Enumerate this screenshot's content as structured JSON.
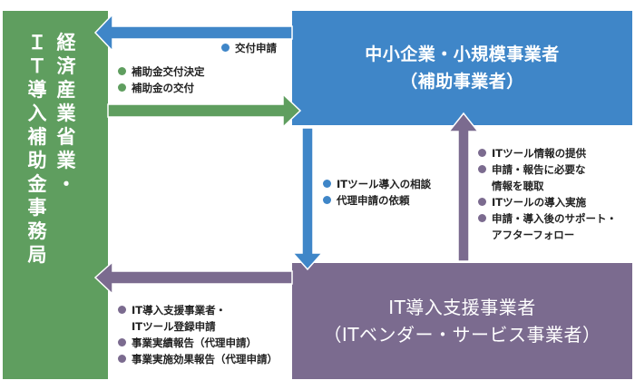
{
  "colors": {
    "government": "#5f9e5f",
    "sme": "#3f86c8",
    "vendor": "#7b6b8f"
  },
  "government": {
    "line1": [
      "経",
      "済",
      "産",
      "業",
      "省",
      "業",
      "・"
    ],
    "line2": [
      "Ｉ",
      "Ｔ",
      "導",
      "入",
      "補",
      "助",
      "金",
      "事",
      "務",
      "局"
    ]
  },
  "sme": {
    "line1": "中小企業・小規模事業者",
    "line2": "（補助事業者）"
  },
  "vendor": {
    "line1": "IT導入支援事業者",
    "line2": "（ITベンダー・サービス事業者）"
  },
  "flows": {
    "sme_to_gov": {
      "color": "blue",
      "items": [
        "交付申請"
      ]
    },
    "gov_to_sme": {
      "color": "green",
      "items": [
        "補助金交付決定",
        "補助金の交付"
      ]
    },
    "sme_to_vendor": {
      "color": "blue",
      "items": [
        "ITツール導入の相談",
        "代理申請の依頼"
      ]
    },
    "vendor_to_sme": {
      "color": "purple",
      "items": [
        [
          "ITツール情報の提供"
        ],
        [
          "申請・報告に必要な",
          "情報を聴取"
        ],
        [
          "ITツールの導入実施"
        ],
        [
          "申請・導入後のサポート・",
          "アフターフォロー"
        ]
      ]
    },
    "vendor_to_gov": {
      "color": "purple",
      "items": [
        [
          "IT導入支援事業者・",
          "ITツール登録申請"
        ],
        [
          "事業実績報告（代理申請）"
        ],
        [
          "事業実施効果報告（代理申請）"
        ]
      ]
    }
  }
}
